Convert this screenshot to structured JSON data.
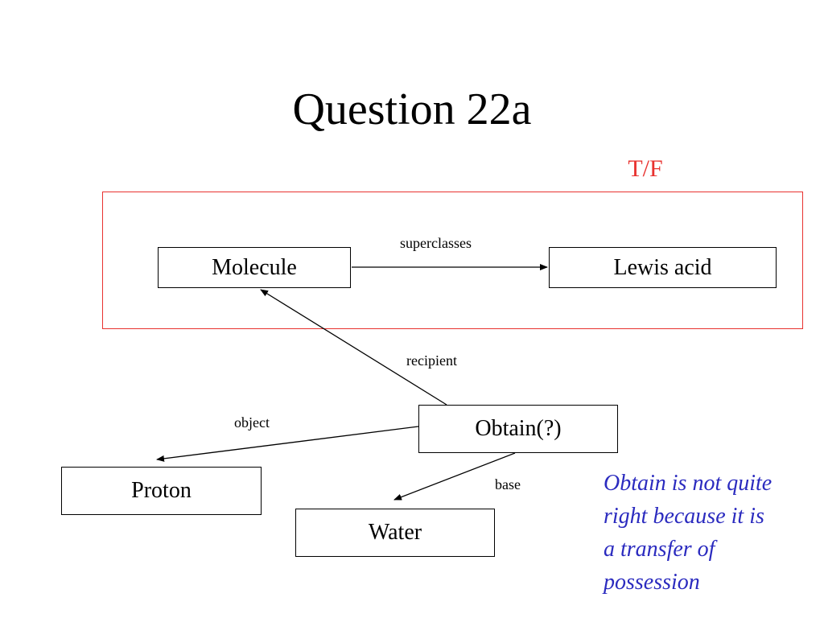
{
  "title": "Question 22a",
  "tf_label": "T/F",
  "colors": {
    "tf": "#e8322f",
    "highlight_box": "#e8322f",
    "note": "#2b2bbf",
    "lines": "#000000"
  },
  "nodes": {
    "molecule": "Molecule",
    "lewis_acid": "Lewis acid",
    "obtain": "Obtain(?)",
    "proton": "Proton",
    "water": "Water"
  },
  "edges": {
    "superclasses": "superclasses",
    "recipient": "recipient",
    "object": "object",
    "base": "base"
  },
  "note": {
    "lines": [
      "Obtain is not quite",
      "right because it is",
      "a transfer of",
      "possession"
    ]
  }
}
